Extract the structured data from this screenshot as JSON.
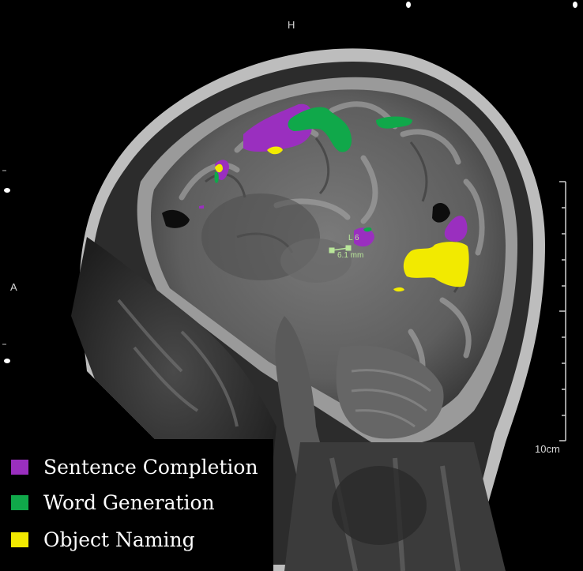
{
  "viewer": {
    "orientation_top": "H",
    "orientation_left": "A",
    "scale_label": "10cm",
    "measurement": {
      "label": "L 6",
      "value": "6.1 mm",
      "color": "#b9e69a"
    }
  },
  "legend": {
    "items": [
      {
        "label": "Sentence Completion",
        "color": "#9a2fbf"
      },
      {
        "label": "Word Generation",
        "color": "#10a84a"
      },
      {
        "label": "Object Naming",
        "color": "#f2ea00"
      }
    ]
  }
}
